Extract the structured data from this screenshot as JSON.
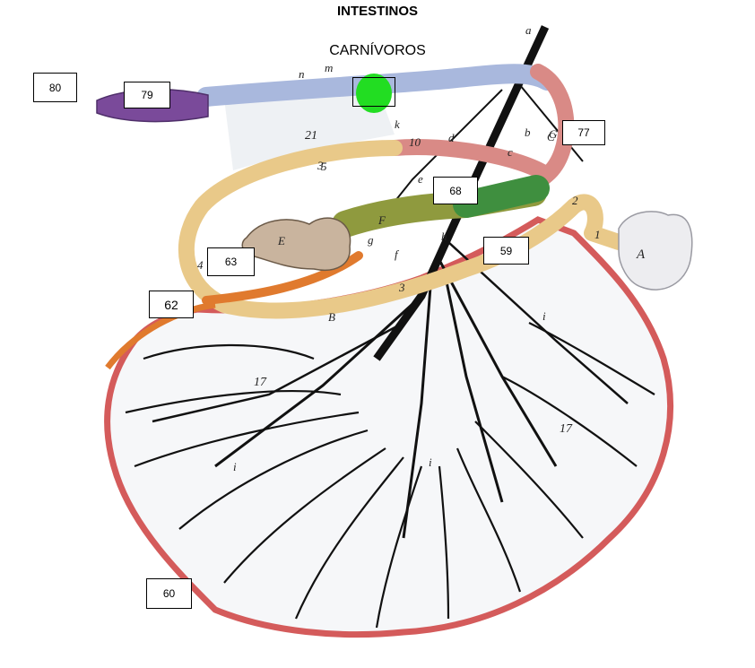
{
  "header": {
    "title": "INTESTINOS",
    "subtitle": "CARNÍVOROS"
  },
  "boxes": {
    "b80": "80",
    "b79": "79",
    "b77": "77",
    "b68": "68",
    "b59": "59",
    "b63": "63",
    "b62": "62",
    "b60": "60",
    "bm": ""
  },
  "diagram_labels": {
    "a": "a",
    "b": "b",
    "c": "c",
    "d": "d",
    "e": "e",
    "f": "f",
    "g": "g",
    "h": "h",
    "i1": "i",
    "i2": "i",
    "i3": "i",
    "k": "k",
    "m": "m",
    "n": "n",
    "A": "A",
    "B": "B",
    "C": "C",
    "E": "E",
    "F": "F",
    "G": "G",
    "n1": "1",
    "n2": "2",
    "n3a": "3",
    "n3b": "3",
    "n4": "4",
    "n5": "5",
    "n10": "10",
    "n17a": "17",
    "n17b": "17",
    "n21": "21"
  },
  "colors": {
    "rectum": "#7a4a9a",
    "colon_desc": "#a9b8dd",
    "colon_trans": "#d98a86",
    "duodenum": "#e9c989",
    "jejunum_border": "#d45b5b",
    "ileum": "#e07a2e",
    "cecum": "#c9b49e",
    "colon_asc": "#8f9a3e",
    "colon_green": "#3f8f3f",
    "marker": "#22dd22",
    "vessel": "#111111"
  }
}
